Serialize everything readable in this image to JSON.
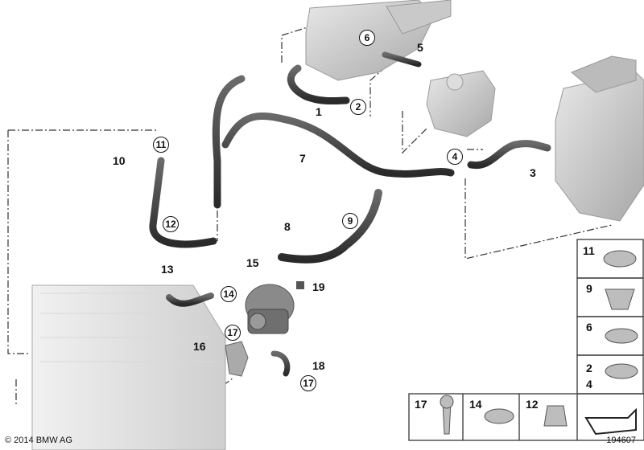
{
  "diagram": {
    "labels": [
      "1",
      "3",
      "5",
      "7",
      "8",
      "10",
      "13",
      "15",
      "16",
      "18",
      "19"
    ],
    "circled": [
      "2",
      "4",
      "6",
      "9",
      "11",
      "12",
      "14",
      "17",
      "17"
    ],
    "legend": {
      "items": [
        {
          "num": "11"
        },
        {
          "num": "9"
        },
        {
          "num": "6"
        },
        {
          "num": "2\n4"
        },
        {
          "num": "17"
        },
        {
          "num": "14"
        },
        {
          "num": "12"
        }
      ]
    },
    "copyright": "© 2014 BMW AG",
    "reference": "194607"
  }
}
